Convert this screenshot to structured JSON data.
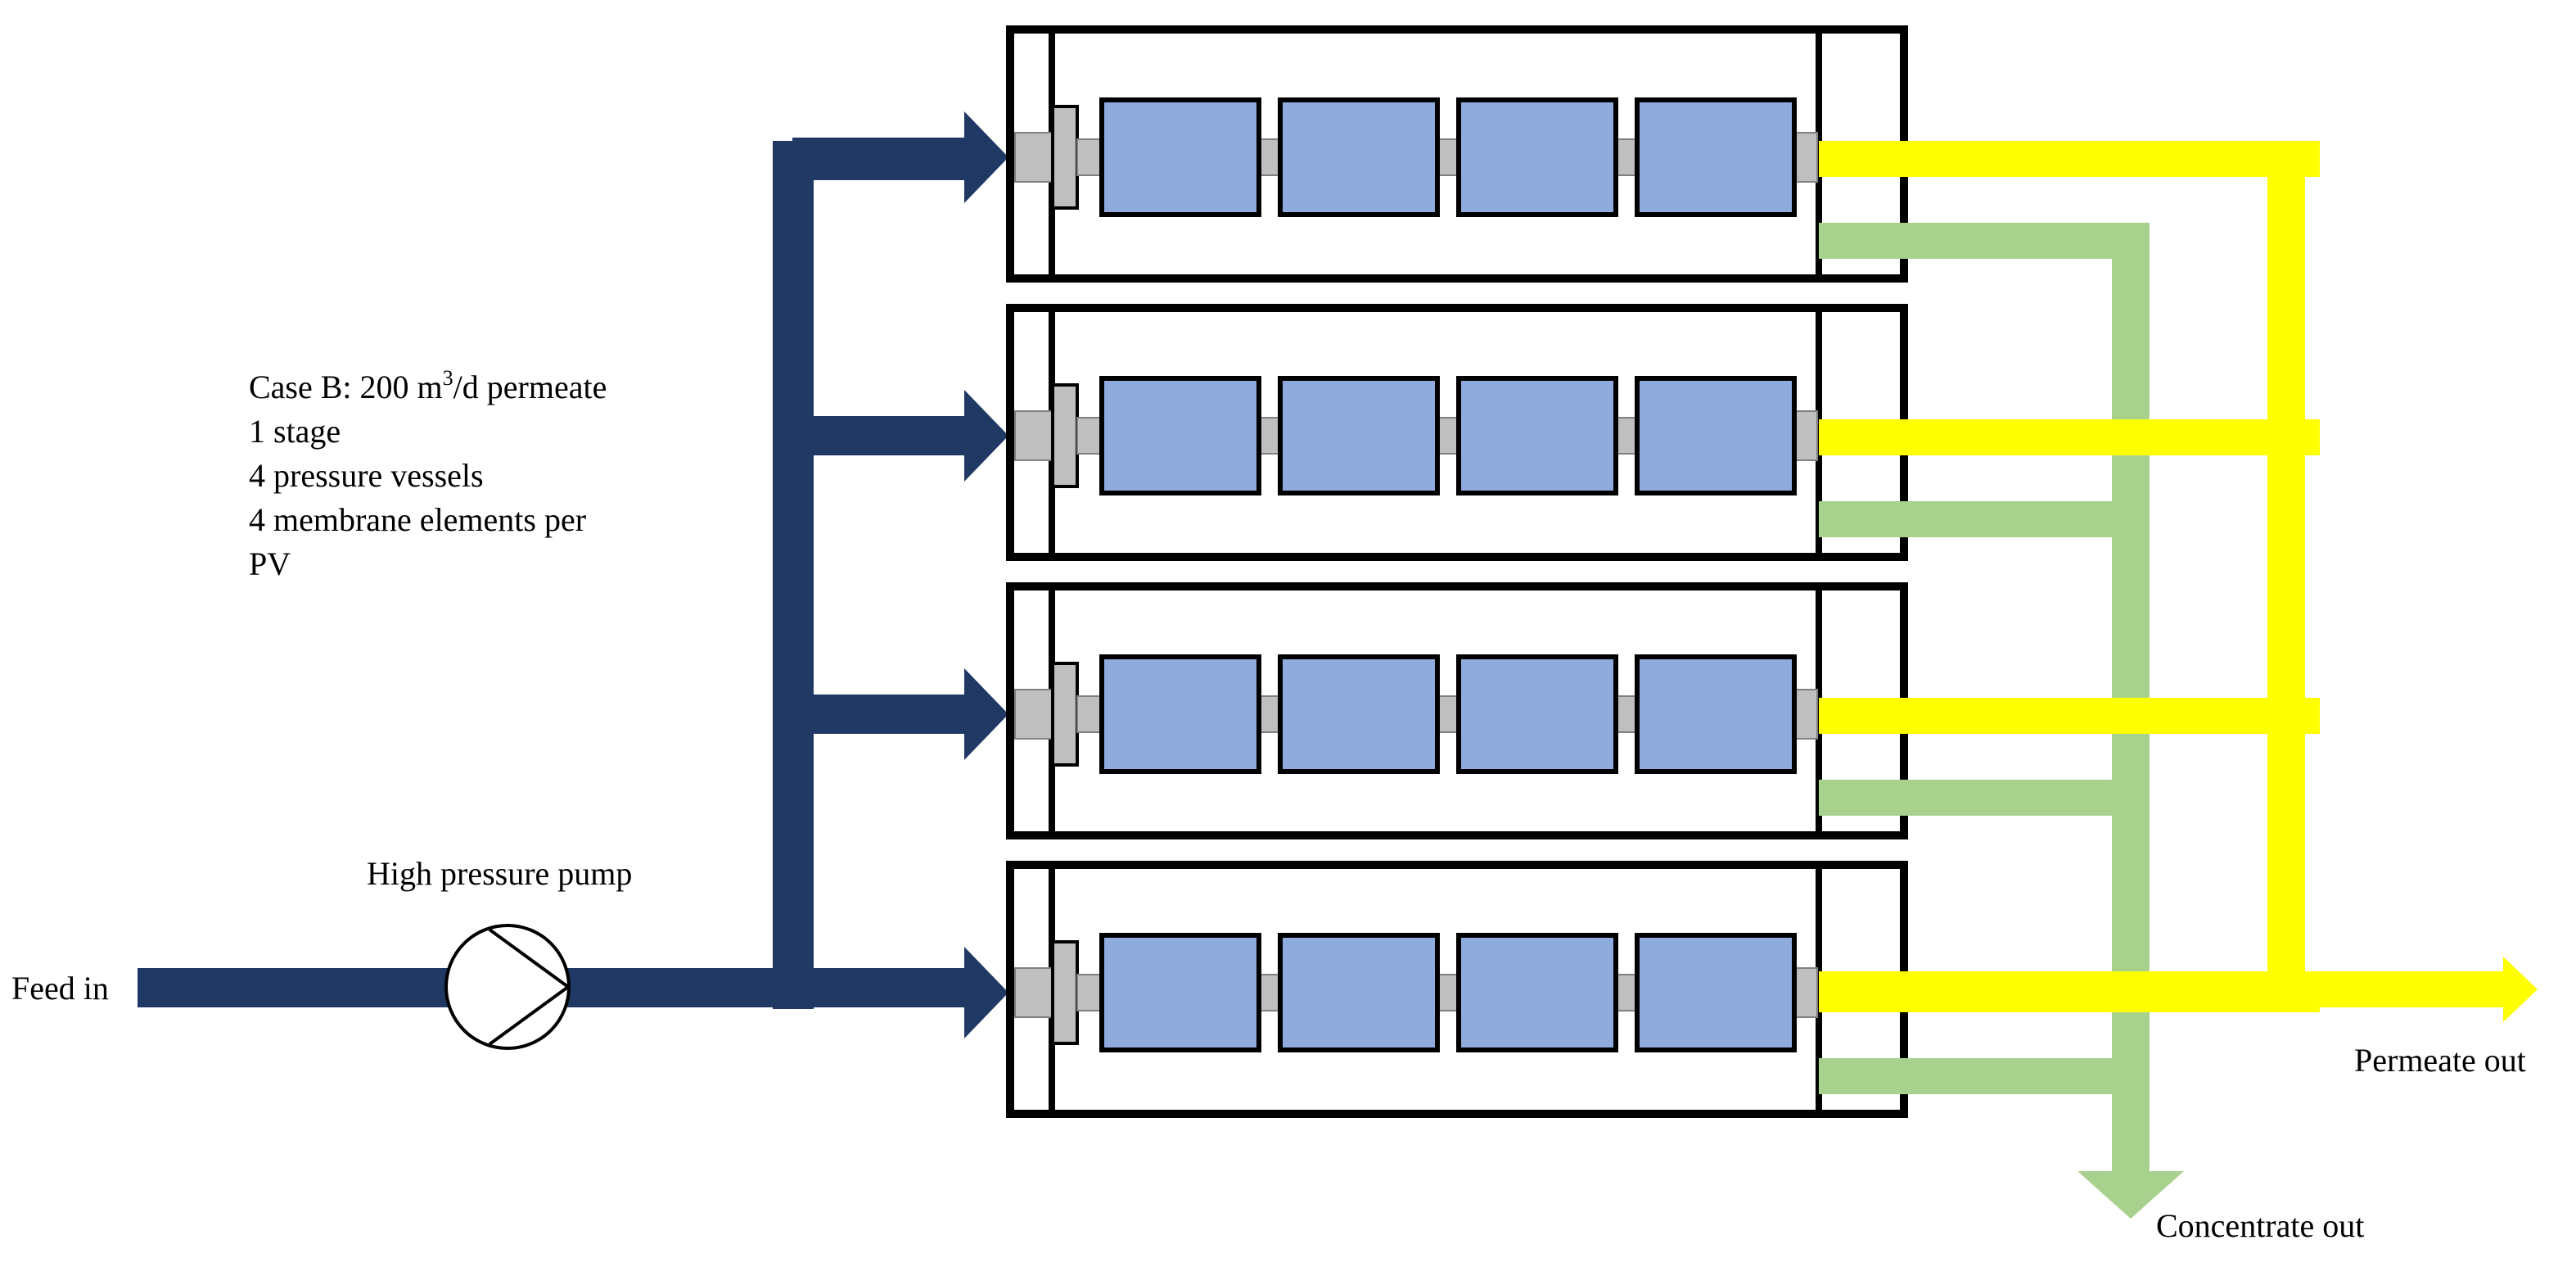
{
  "labels": {
    "feed_in": "Feed in",
    "pump": "High pressure pump",
    "permeate_out": "Permeate out",
    "concentrate_out": "Concentrate out"
  },
  "case_info": {
    "line1_prefix": "Case B: 200 m",
    "line1_sup": "3",
    "line1_suffix": "/d permeate",
    "line2": "1 stage",
    "line3": "4 pressure vessels",
    "line4": "4 membrane elements per",
    "line5": "PV"
  },
  "configuration": {
    "stages": 1,
    "pressure_vessels": 4,
    "elements_per_vessel": 4
  },
  "colors": {
    "feed": "#1f3864",
    "permeate": "#ffff00",
    "concentrate": "#a9d18e",
    "element": "#8faadc",
    "connector": "#bfbfbf",
    "outline": "#000000"
  }
}
